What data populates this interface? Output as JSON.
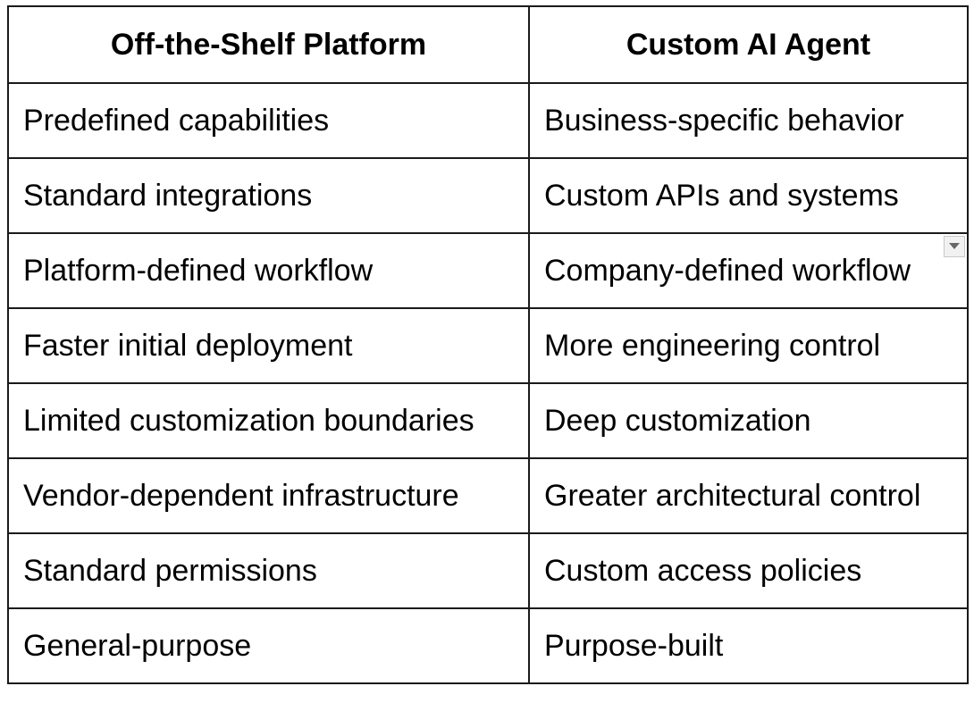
{
  "table": {
    "headers": [
      "Off-the-Shelf Platform",
      "Custom AI Agent"
    ],
    "rows": [
      [
        "Predefined capabilities",
        "Business-specific behavior"
      ],
      [
        "Standard integrations",
        "Custom APIs and systems"
      ],
      [
        "Platform-defined workflow",
        "Company-defined workflow"
      ],
      [
        "Faster initial deployment",
        "More engineering control"
      ],
      [
        "Limited customization boundaries",
        "Deep customization"
      ],
      [
        "Vendor-dependent infrastructure",
        "Greater architectural control"
      ],
      [
        "Standard permissions",
        "Custom access policies"
      ],
      [
        "General-purpose",
        "Purpose-built"
      ]
    ]
  },
  "icons": {
    "cell_dropdown": "chevron-down-icon"
  },
  "colors": {
    "border": "#1a1a1a",
    "text": "#000000",
    "background": "#ffffff",
    "dropdown_bg": "#f1f1f1",
    "dropdown_arrow": "#666666"
  }
}
